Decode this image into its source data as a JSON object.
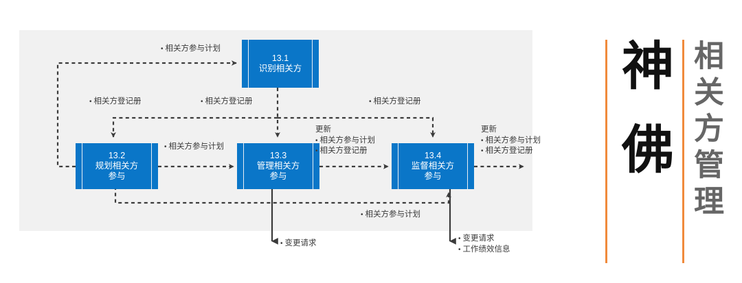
{
  "diagram": {
    "title_panel": {
      "brand": "神佛",
      "subject": "相关方管理",
      "rule_color": "#f08a3c",
      "brand_color": "#111111",
      "subject_color": "#666666"
    },
    "palette": {
      "box_fill": "#0a76c8",
      "box_text": "#ffffff",
      "panel_bg": "#f1f1f1",
      "wire": "#3b3b3b",
      "label_text": "#3b3b3b"
    },
    "boxes": [
      {
        "id": "13.1",
        "num": "13.1",
        "name": "识别相关方"
      },
      {
        "id": "13.2",
        "num": "13.2",
        "name": "规划相关方\n参与",
        "line1": "规划相关方",
        "line2": "参与"
      },
      {
        "id": "13.3",
        "num": "13.3",
        "name": "管理相关方\n参与",
        "line1": "管理相关方",
        "line2": "参与"
      },
      {
        "id": "13.4",
        "num": "13.4",
        "name": "监督相关方\n参与",
        "line1": "监督相关方",
        "line2": "参与"
      }
    ],
    "labels": {
      "into_131": "相关方参与计划",
      "reg_left": "相关方登记册",
      "reg_mid": "相关方登记册",
      "reg_right": "相关方登记册",
      "plan_132_to_133": "相关方参与计划",
      "update_133_header": "更新",
      "update_133_item1": "相关方参与计划",
      "update_133_item2": "相关方登记册",
      "update_134_header": "更新",
      "update_134_item1": "相关方参与计划",
      "update_134_item2": "相关方登记册",
      "plan_bottom_loop": "相关方参与计划",
      "out_133": "变更请求",
      "out_134_item1": "变更请求",
      "out_134_item2": "工作绩效信息"
    }
  }
}
